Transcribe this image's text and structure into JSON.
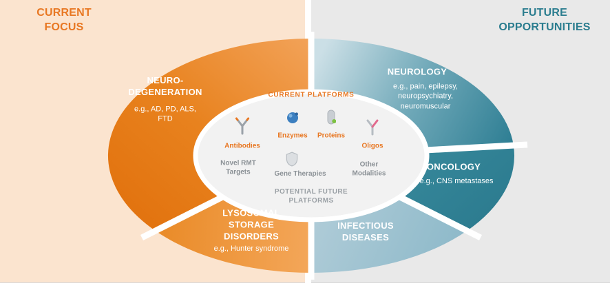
{
  "colors": {
    "brand_orange": "#E87722",
    "brand_teal": "#2B7D8F",
    "peach_background": "#FBE4CF",
    "gray_background": "#E9E9E9",
    "orange_segment_dark": "#E2730F",
    "orange_segment_light": "#F4A85C",
    "teal_segment_dark": "#2F7F94",
    "teal_segment_light": "#CBDFE6",
    "infectious_segment": "#9CC2D0",
    "center_ellipse": "#F2F2F2",
    "gray_text": "#8B9196"
  },
  "headers": {
    "left": "CURRENT\nFOCUS",
    "right": "FUTURE\nOPPORTUNITIES"
  },
  "segments": {
    "neurodegeneration": {
      "title": "NEURO-\nDEGENERATION",
      "desc": "e.g., AD, PD, ALS,\nFTD"
    },
    "lysosomal": {
      "title": "LYSOSOMAL\nSTORAGE\nDISORDERS",
      "desc": "e.g., Hunter syndrome"
    },
    "neurology": {
      "title": "NEUROLOGY",
      "desc": "e.g., pain, epilepsy,\nneuropsychiatry,\nneuromuscular"
    },
    "oncology": {
      "title": "ONCOLOGY",
      "desc": "e.g., CNS metastases"
    },
    "infectious": {
      "title": "INFECTIOUS\nDISEASES"
    }
  },
  "center": {
    "current_label": "CURRENT PLATFORMS",
    "future_label": "POTENTIAL FUTURE\nPLATFORMS",
    "platforms": [
      {
        "label": "Antibodies",
        "icon": "antibody-icon"
      },
      {
        "label": "Enzymes",
        "icon": "enzyme-icon"
      },
      {
        "label": "Proteins",
        "icon": "protein-icon"
      },
      {
        "label": "Oligos",
        "icon": "oligo-icon"
      }
    ],
    "future_modalities": [
      {
        "label": "Novel RMT\nTargets"
      },
      {
        "label": "Gene Therapies",
        "icon": "shield-icon"
      },
      {
        "label": "Other\nModalities"
      }
    ]
  }
}
